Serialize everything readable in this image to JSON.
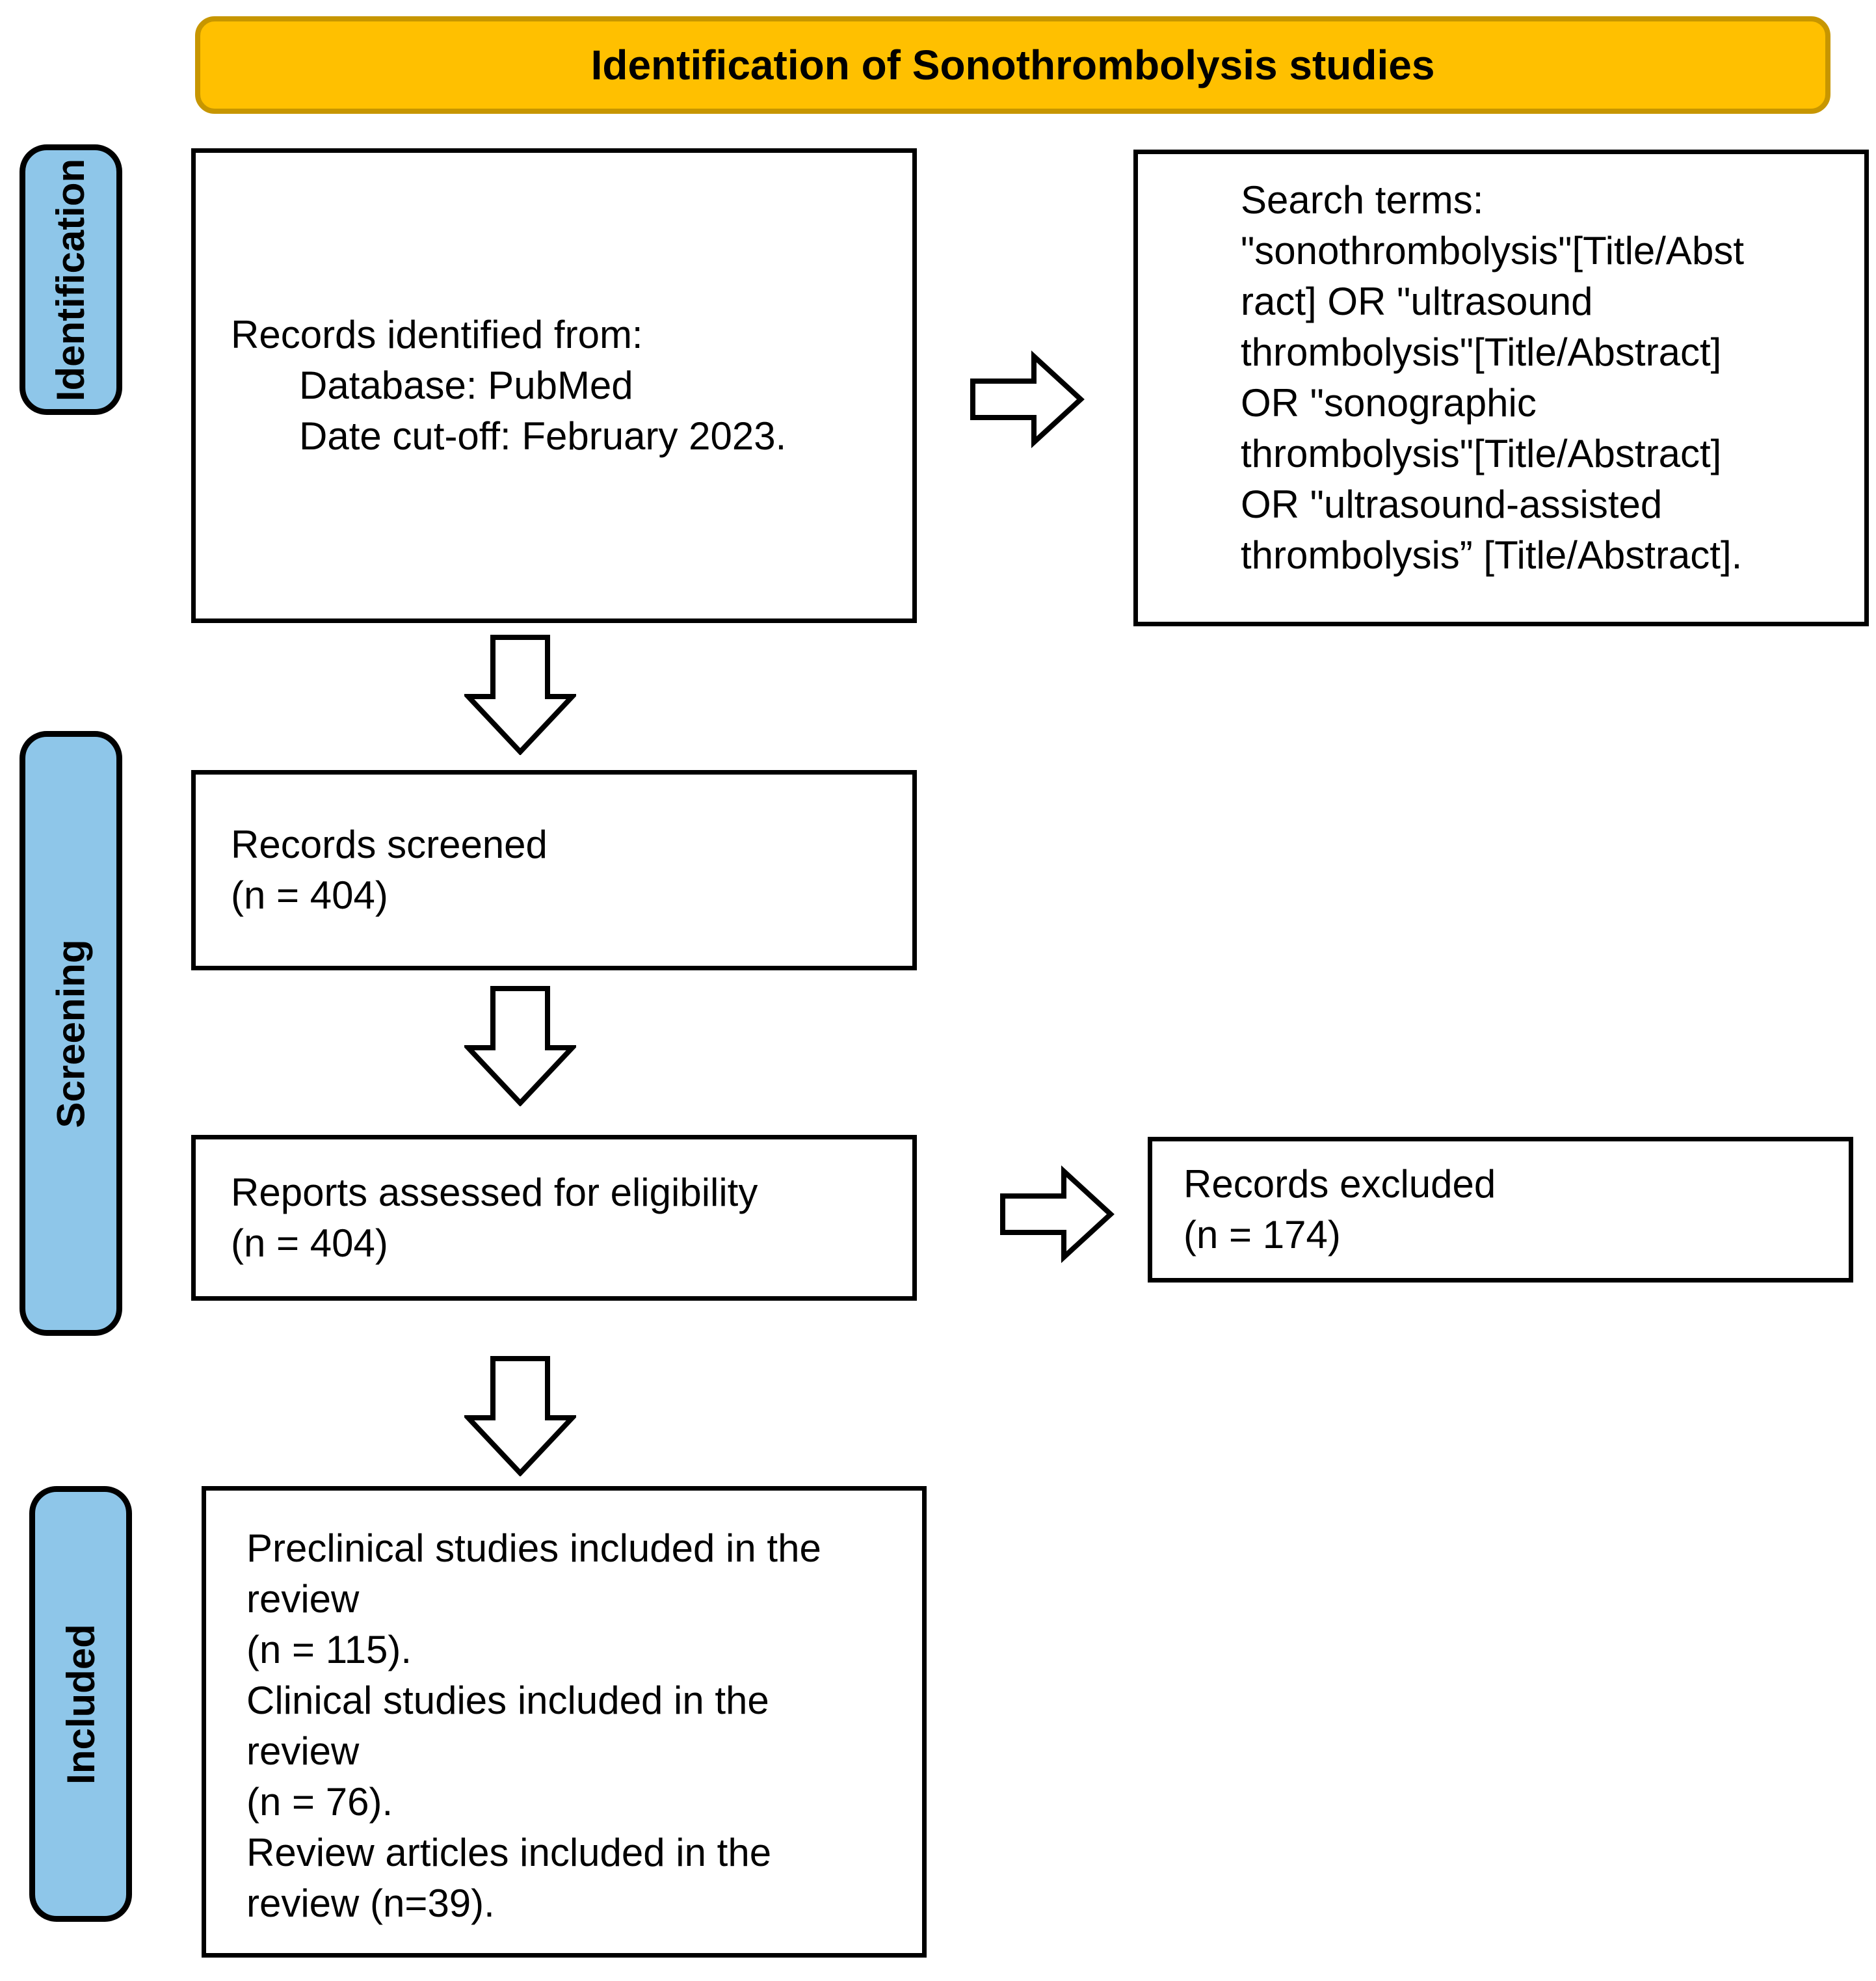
{
  "title": "Identification of Sonothrombolysis studies",
  "colors": {
    "banner_bg": "#FFC000",
    "banner_border": "#C79600",
    "stage_bg": "#8EC6E9",
    "box_border": "#000000",
    "box_bg": "#FFFFFF"
  },
  "stages": {
    "identification": "Identification",
    "screening": "Screening",
    "included": "Included"
  },
  "boxes": {
    "records_identified": {
      "lines": [
        "Records identified from:",
        "Database: PubMed",
        "Date cut-off: February 2023."
      ]
    },
    "search_terms": {
      "lines": [
        "Search terms:",
        "\"sonothrombolysis\"[Title/Abst",
        "ract] OR \"ultrasound",
        "thrombolysis\"[Title/Abstract]",
        "OR \"sonographic",
        "thrombolysis\"[Title/Abstract]",
        "OR \"ultrasound-assisted",
        "thrombolysis” [Title/Abstract]."
      ]
    },
    "records_screened": {
      "lines": [
        "Records screened",
        "(n = 404)"
      ]
    },
    "reports_assessed": {
      "lines": [
        "Reports assessed for eligibility",
        "(n = 404)"
      ]
    },
    "records_excluded": {
      "lines": [
        "Records excluded",
        "(n = 174)"
      ]
    },
    "included_studies": {
      "lines": [
        "Preclinical studies included in the",
        "review",
        "(n = 115).",
        "Clinical studies included in the",
        "review",
        "(n = 76).",
        "Review articles included in the",
        "review (n=39)."
      ]
    }
  }
}
